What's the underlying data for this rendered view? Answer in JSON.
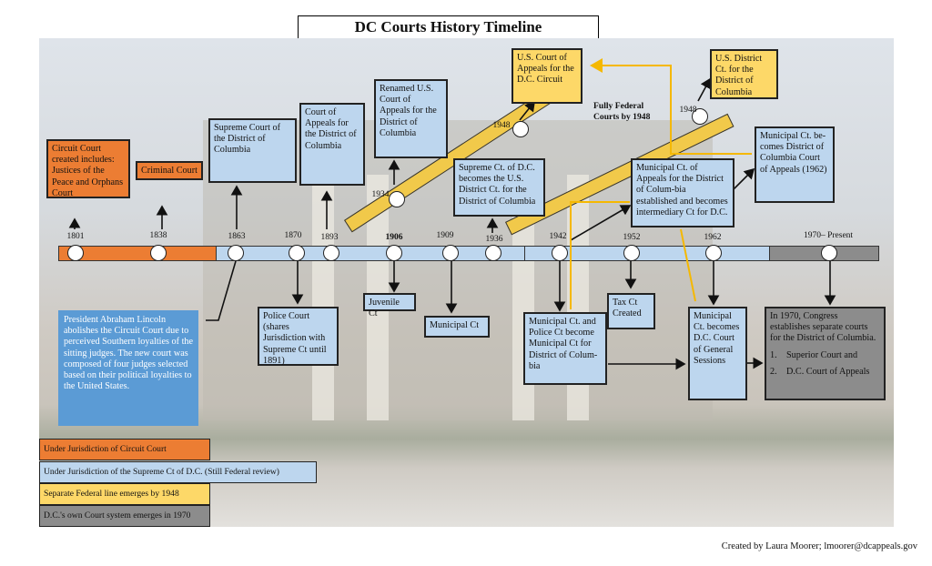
{
  "title": "DC Courts History Timeline",
  "timeline_years": {
    "y1801": "1801",
    "y1838": "1838",
    "y1863": "1863",
    "y1870": "1870",
    "y1893": "1893",
    "y1906": "1906",
    "y1909": "1909",
    "y1936": "1936",
    "y1942": "1942",
    "y1952": "1952",
    "y1962": "1962",
    "y1970": "1970– Present"
  },
  "stripe_years": {
    "left": "1934",
    "left_top": "1948",
    "right": "1948"
  },
  "fully_federal": "Fully Federal Courts by 1948",
  "boxes": {
    "circuit_court": "Circuit Court created includes: Justices of the Peace and Orphans Court",
    "criminal_court": "Criminal Court",
    "supreme_court": "Supreme Court of the District of Columbia",
    "court_of_appeals": "Court of Appeals for the District of Columbia",
    "renamed": "Renamed U.S. Court of Appeals for the District of Columbia",
    "supreme_ct_becomes": "Supreme Ct. of D.C. becomes the U.S. District Ct. for the District of Columbia",
    "us_court_appeals": "U.S. Court of Appeals for the D.C. Circuit",
    "us_district": "U.S. District Ct. for the District of Columbia",
    "municipal_appeals": "Municipal Ct. of Appeals for the District of Colum-bia established and becomes intermediary Ct for D.C.",
    "municipal_becomes_dc": "Municipal Ct. be-comes District of Columbia Court of Appeals (1962)",
    "lincoln": "President Abraham Lincoln abolishes the Circuit Court due to perceived Southern loyalties of the sitting judges. The new court was composed of four judges selected based on their political loyalties to the United States.",
    "police_court": "Police Court (shares Jurisdiction with Supreme Ct until 1891)",
    "juvenile": "Juvenile Ct",
    "municipal_ct": "Municipal Ct",
    "municipal_police": "Municipal Ct. and Police Ct become Municipal Ct for District of Colum-bia",
    "tax_ct": "Tax Ct Created",
    "general_sessions": "Municipal Ct. becomes D.C. Court of General Sessions",
    "congress_1970": "In 1970, Congress establishes separate courts for the District of Columbia.",
    "congress_item1": "Superior Court and",
    "congress_item2": "D.C. Court of Appeals",
    "congress_num1": "1.",
    "congress_num2": "2."
  },
  "legend": {
    "orange": "Under Jurisdiction of Circuit Court",
    "blue": "Under Jurisdiction of the Supreme Ct of D.C. (Still Federal review)",
    "yellow": "Separate Federal line emerges by 1948",
    "gray": "D.C.'s own Court system emerges in 1970"
  },
  "credit": "Created by Laura Moorer; lmoorer@dcappeals.gov",
  "colors": {
    "orange": "#ec7d33",
    "blue": "#bdd6ee",
    "yellow": "#fdd868",
    "gray": "#8c8c8c",
    "lincoln_blue": "#5b9bd5",
    "arrow_yellow": "#f5b800"
  }
}
